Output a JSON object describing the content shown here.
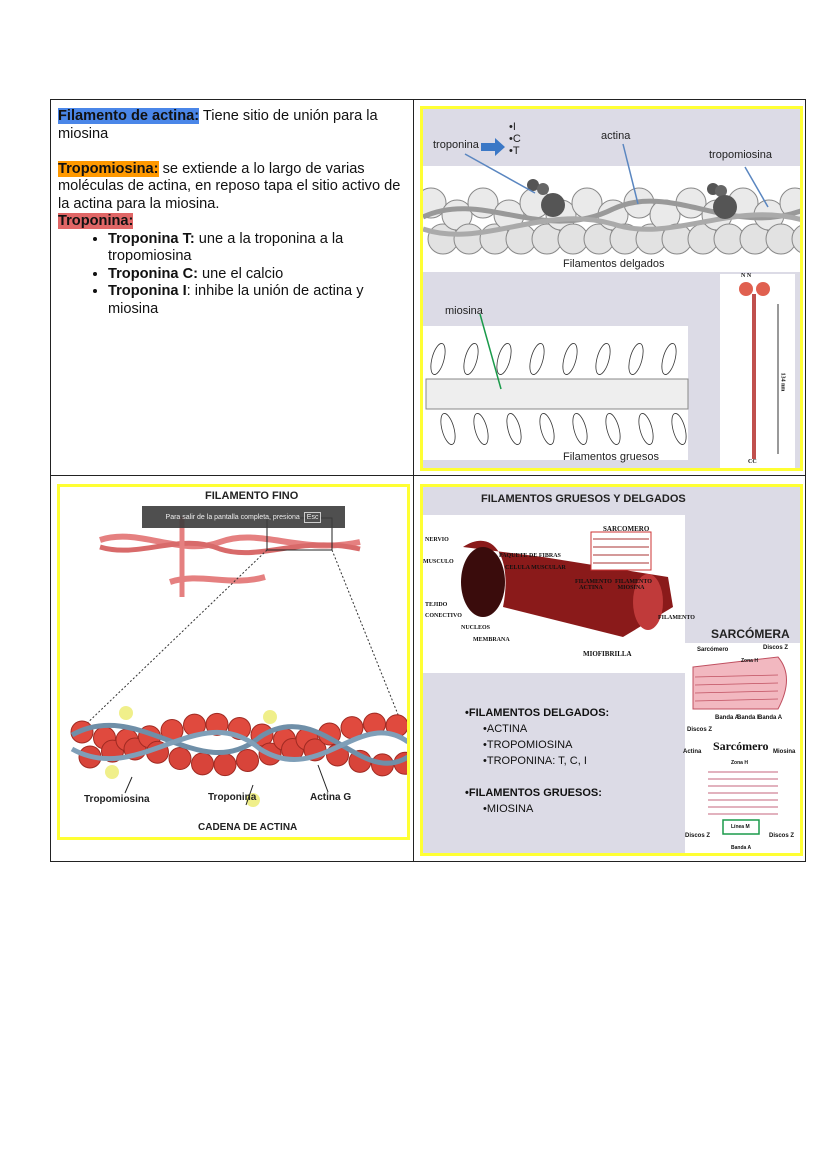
{
  "text_cell": {
    "actin_term": "Filamento de actina:",
    "actin_desc": " Tiene sitio de unión para la miosina",
    "tropomyosin_term": "Tropomiosina:",
    "tropomyosin_desc": " se extiende a lo largo de varias moléculas de actina, en reposo tapa el sitio activo de la actina para la miosina.",
    "troponin_term": "Troponina:",
    "bullets": [
      {
        "term": "Troponina T:",
        "desc": " une a la troponina a la tropomiosina"
      },
      {
        "term": "Troponina C:",
        "desc": " une el calcio"
      },
      {
        "term": "Troponina I",
        "desc": ":  inhibe la unión de actina y miosina"
      }
    ],
    "highlight_colors": {
      "blue": "#4a86e8",
      "orange": "#ff9900",
      "red": "#e06666"
    }
  },
  "image_top_right": {
    "troponina": "troponina",
    "subunits": [
      "•I",
      "•C",
      "•T"
    ],
    "actina": "actina",
    "tropomiosina": "tropomiosina",
    "thin_caption": "Filamentos delgados",
    "miosina": "miosina",
    "thick_caption": "Filamentos gruesos",
    "myosin_labels": {
      "n": "N  N",
      "cc": "CC",
      "length": "134 nm"
    }
  },
  "image_bottom_left": {
    "title": "FILAMENTO FINO",
    "fullscreen_notice": "Para salir de la pantalla completa, presiona",
    "esc_key": "Esc",
    "tropomiosina": "Tropomiosina",
    "troponina": "Troponina",
    "actina_g": "Actina G",
    "caption": "CADENA DE ACTINA"
  },
  "image_bottom_right": {
    "title": "FILAMENTOS GRUESOS Y DELGADOS",
    "muscle_labels": [
      "NERVIO",
      "MUSCULO",
      "PAQUETE DE FIBRAS",
      "CELULA MUSCULAR",
      "TEJIDO",
      "CONECTIVO",
      "NUCLEOS",
      "MEMBRANA",
      "MIOFIBRILLA",
      "FILAMENTO",
      "SARCOMERO",
      "FILAMENTO ACTINA",
      "FILAMENTO MIOSINA"
    ],
    "list": {
      "thin_heading": "•FILAMENTOS DELGADOS:",
      "thin_items": [
        "•ACTINA",
        "•TROPOMIOSINA",
        "•TROPONINA: T, C, I"
      ],
      "thick_heading": "•FILAMENTOS GRUESOS:",
      "thick_items": [
        "•MIOSINA"
      ]
    },
    "sarcomera": {
      "title": "SARCÓMERA",
      "sarcomero": "Sarcómero",
      "discos_z": "Discos Z",
      "zona_h": "Zona H",
      "banda_a": "Banda A",
      "banda_i": "Banda I"
    },
    "sarcomero2": {
      "title": "Sarcómero",
      "actina": "Actina",
      "miosina": "Miosina",
      "zona_h": "Zona H",
      "linea_m": "Línea M",
      "discos_z": "Discos Z",
      "banda_a": "Banda A"
    }
  }
}
